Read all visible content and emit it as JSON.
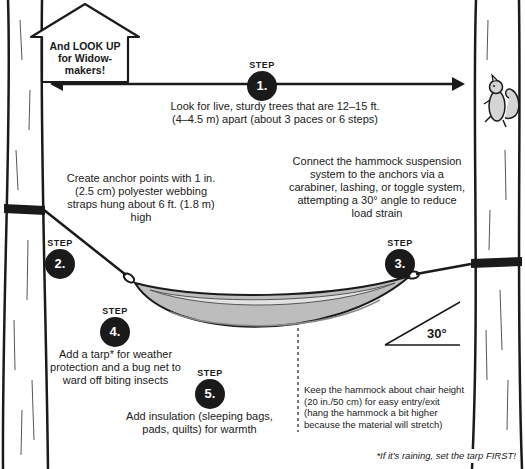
{
  "diagram": {
    "nodes": [
      {
        "text": [
          "And LOOK UP for Widow-makers!"
        ]
      },
      {
        "text": [
          "STEP",
          "1."
        ]
      },
      {
        "text": [
          "STEP",
          "2."
        ]
      },
      {
        "text": [
          "STEP",
          "3."
        ]
      },
      {
        "text": [
          "STEP",
          "4."
        ]
      },
      {
        "text": [
          "STEP",
          "5."
        ]
      }
    ],
    "labels": [
      "Look for live, sturdy trees that are 12–15 ft. (4–4.5 m) apart (about 3 paces or 6 steps)",
      "Create anchor points with 1 in. (2.5 cm) polyester webbing straps hung about 6 ft. (1.8 m) high",
      "Connect the hammock suspension system to the anchors via a carabiner, lashing, or toggle system, attempting a 30° angle to reduce load strain",
      "30°",
      "Add a tarp* for weather protection and a bug net to ward off biting insects",
      "Add insulation (sleeping bags, pads, quilts) for warmth",
      "Keep the hammock about chair height (20 in./50 cm) for easy entry/exit (hang the hammock a bit higher because the material will stretch)",
      "*If it's raining, set the tarp FIRST!"
    ]
  }
}
